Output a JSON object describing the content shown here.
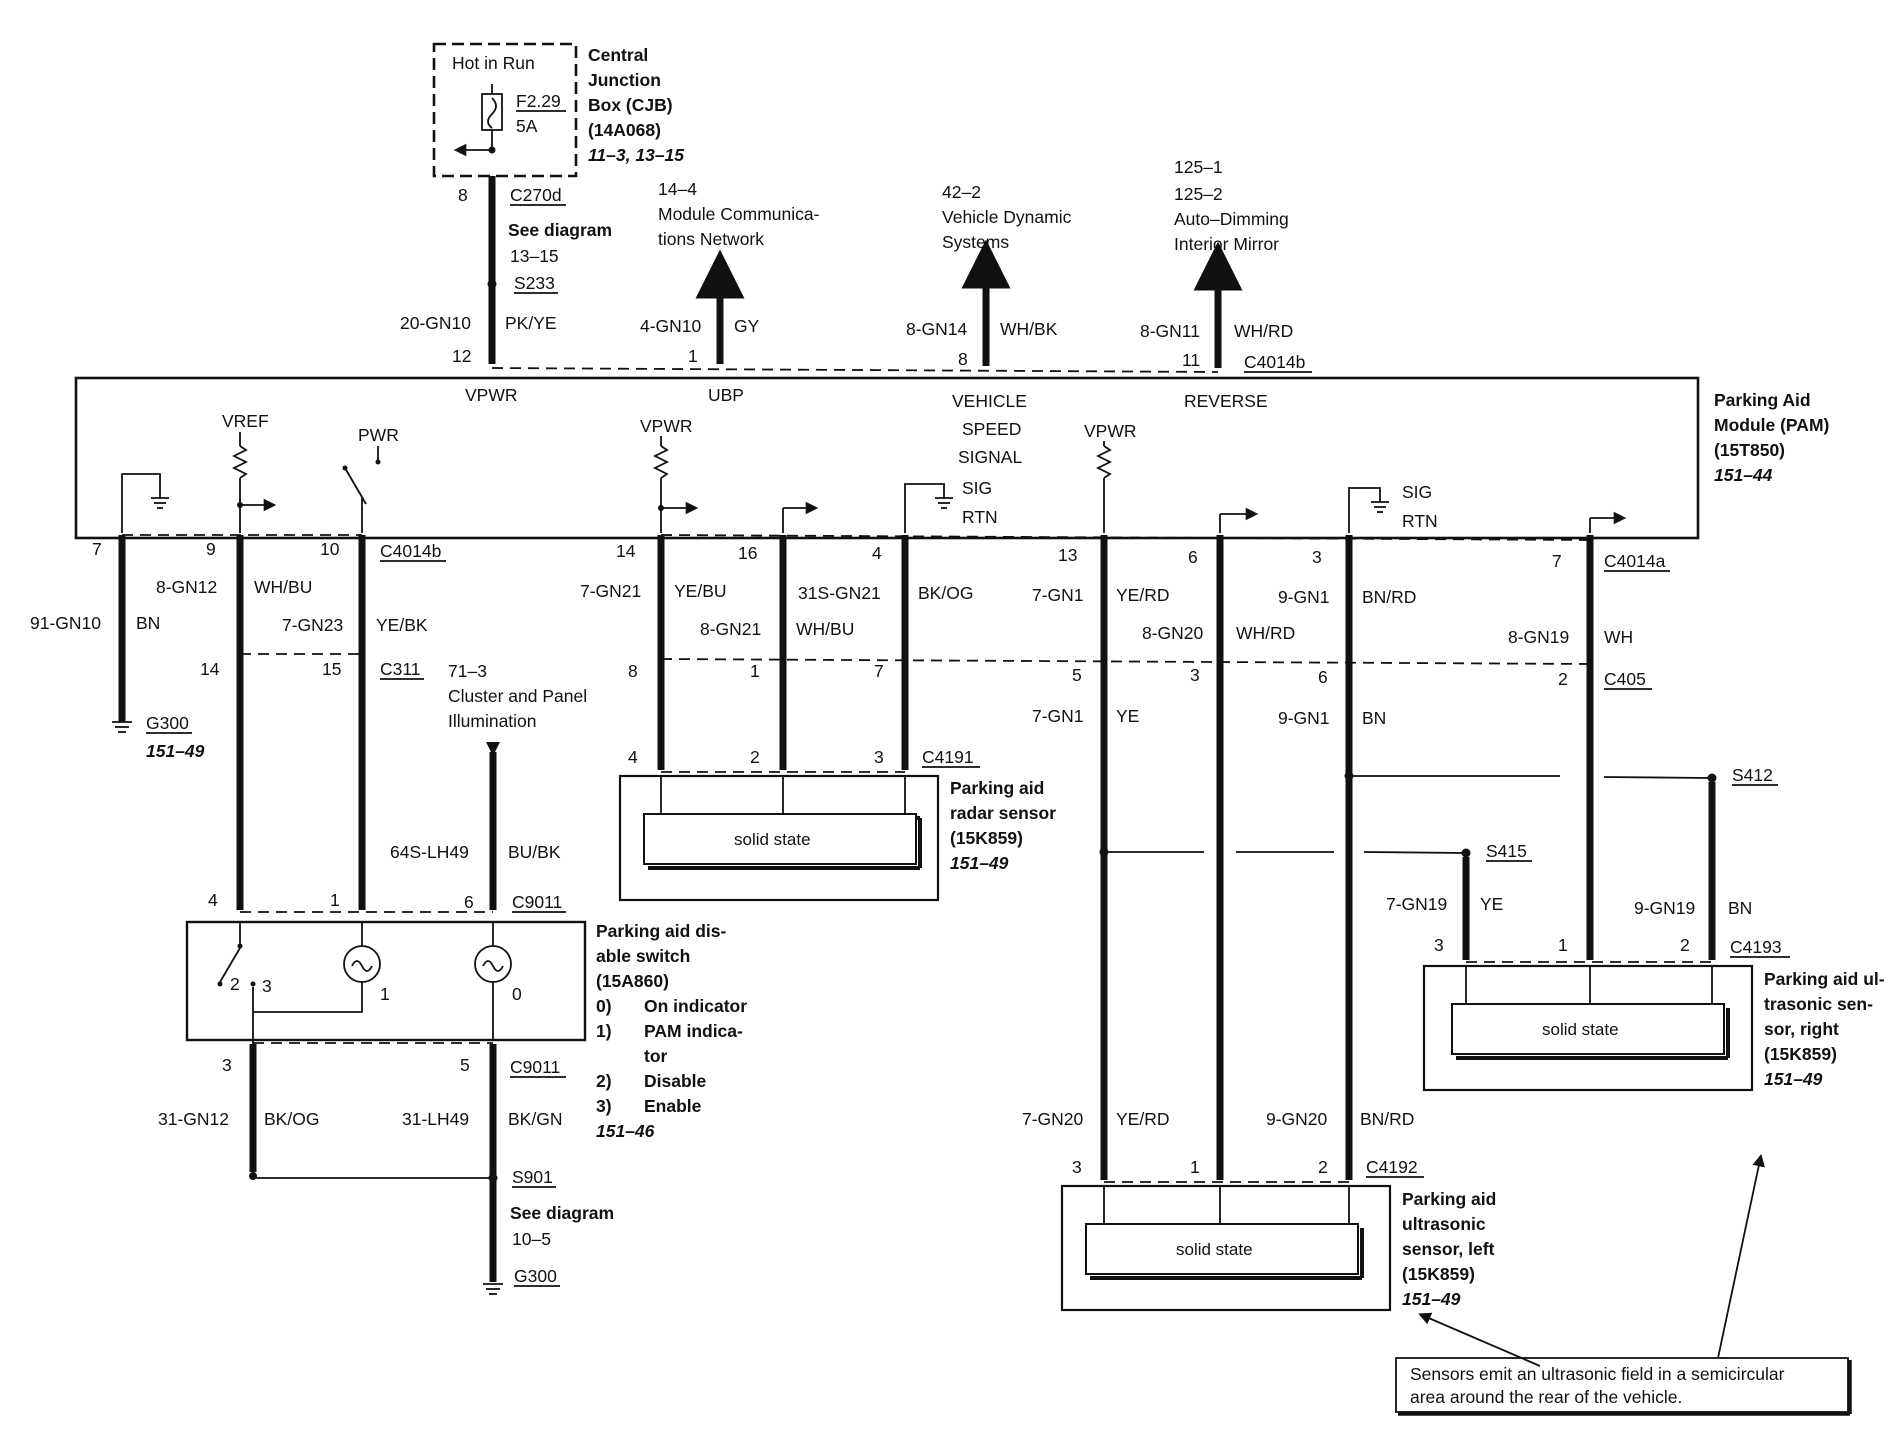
{
  "cjb": {
    "hot": "Hot in Run",
    "fuse": "F2.29",
    "amp": "5A",
    "name": [
      "Central",
      "Junction",
      "Box (CJB)",
      "(14A068)"
    ],
    "ref": "11–3, 13–15"
  },
  "vpwr_feed": {
    "pin": "8",
    "conn": "C270d",
    "see": "See diagram",
    "diag": "13–15",
    "splice": "S233",
    "circuit": "20-GN10",
    "color": "PK/YE"
  },
  "top_refs": {
    "mcn": {
      "ref": "14–4",
      "l1": "Module Communica-",
      "l2": "tions Network",
      "circuit": "4-GN10",
      "color": "GY"
    },
    "vds": {
      "ref": "42–2",
      "l1": "Vehicle Dynamic",
      "l2": "Systems",
      "circuit": "8-GN14",
      "color": "WH/BK"
    },
    "adm": {
      "ref1": "125–1",
      "ref2": "125–2",
      "l1": "Auto–Dimming",
      "l2": "Interior Mirror",
      "circuit": "8-GN11",
      "color": "WH/RD"
    }
  },
  "pam_top": {
    "p12": "12",
    "p1": "1",
    "p8": "8",
    "p11": "11",
    "conn": "C4014b"
  },
  "pam": {
    "name": [
      "Parking Aid",
      "Module (PAM)",
      "(15T850)"
    ],
    "ref": "151–44",
    "vpwr": "VPWR",
    "ubp": "UBP",
    "vss": [
      "VEHICLE",
      "SPEED",
      "SIGNAL"
    ],
    "reverse": "REVERSE",
    "vref": "VREF",
    "pwr": "PWR",
    "vpwr2": "VPWR",
    "vpwr3": "VPWR",
    "sig": "SIG",
    "rtn": "RTN",
    "sig2": "SIG",
    "rtn2": "RTN"
  },
  "pam_bottom": {
    "p7": "7",
    "p9": "9",
    "p10": "10",
    "conn_b": "C4014b",
    "p14": "14",
    "p16": "16",
    "p4": "4",
    "p13": "13",
    "p6": "6",
    "p3": "3",
    "p7a": "7",
    "conn_a": "C4014a"
  },
  "left": {
    "gnd_circuit": "91-GN10",
    "gnd_color": "BN",
    "ground": "G300",
    "ground_ref": "151–49",
    "w9_circuit": "8-GN12",
    "w9_color": "WH/BU",
    "w10_circuit": "7-GN23",
    "w10_color": "YE/BK",
    "c311_p14": "14",
    "c311_p15": "15",
    "c311": "C311",
    "illum_ref": "71–3",
    "illum_l1": "Cluster and Panel",
    "illum_l2": "Illumination",
    "illum_circuit": "64S-LH49",
    "illum_color": "BU/BK",
    "sw_p4": "4",
    "sw_p1": "1",
    "sw_p6": "6",
    "sw_conn_top": "C9011",
    "sw_i2": "2",
    "sw_i3": "3",
    "sw_i1": "1",
    "sw_i0": "0",
    "sw_p3": "3",
    "sw_p5": "5",
    "sw_conn_bot": "C9011",
    "bot_l_circuit": "31-GN12",
    "bot_l_color": "BK/OG",
    "bot_r_circuit": "31-LH49",
    "bot_r_color": "BK/GN",
    "splice": "S901",
    "see": "See diagram",
    "diag": "10–5"
  },
  "switch": {
    "name": [
      "Parking aid dis-",
      "able switch",
      "(15A860)"
    ],
    "legend": [
      {
        "n": "0)",
        "t": "On indicator"
      },
      {
        "n": "1)",
        "t": "PAM indica-"
      },
      {
        "n": "",
        "t": "tor"
      },
      {
        "n": "2)",
        "t": "Disable"
      },
      {
        "n": "3)",
        "t": "Enable"
      }
    ],
    "ref": "151–46"
  },
  "radar": {
    "w14_circuit": "7-GN21",
    "w14_color": "YE/BU",
    "w16_circuit": "8-GN21",
    "w16_color": "WH/BU",
    "w4_circuit": "31S-GN21",
    "w4_color": "BK/OG",
    "c405_p8": "8",
    "c405_p1": "1",
    "c405_p7": "7",
    "p4": "4",
    "p2": "2",
    "p3": "3",
    "conn": "C4191",
    "solid": "solid state",
    "name": [
      "Parking aid",
      "radar sensor",
      "(15K859)"
    ],
    "ref": "151–49"
  },
  "mid": {
    "w13_circuit": "7-GN1",
    "w13_color": "YE/RD",
    "w6_circuit": "8-GN20",
    "w6_color": "WH/RD",
    "w3_circuit": "9-GN1",
    "w3_color": "BN/RD",
    "w7_circuit": "8-GN19",
    "w7_color": "WH",
    "c405_p5": "5",
    "c405_p3": "3",
    "c405_p6": "6",
    "c405_p2": "2",
    "c405": "C405",
    "low5_circuit": "7-GN1",
    "low5_color": "YE",
    "low6_circuit": "9-GN1",
    "low6_color": "BN",
    "s412": "S412",
    "s415": "S415"
  },
  "right_sensor": {
    "l_circuit": "7-GN19",
    "l_color": "YE",
    "r_circuit": "9-GN19",
    "r_color": "BN",
    "p3": "3",
    "p1": "1",
    "p2": "2",
    "conn": "C4193",
    "solid": "solid state",
    "name": [
      "Parking aid ul-",
      "trasonic sen-",
      "sor, right",
      "(15K859)"
    ],
    "ref": "151–49"
  },
  "left_sensor": {
    "l_circuit": "7-GN20",
    "l_color": "YE/RD",
    "r_circuit": "9-GN20",
    "r_color": "BN/RD",
    "p3": "3",
    "p1": "1",
    "p2": "2",
    "conn": "C4192",
    "solid": "solid state",
    "name": [
      "Parking aid",
      "ultrasonic",
      "sensor, left",
      "(15K859)"
    ],
    "ref": "151–49"
  },
  "note": {
    "l1": "Sensors emit an ultrasonic field in a semicircular",
    "l2": "area around the rear of the vehicle."
  }
}
